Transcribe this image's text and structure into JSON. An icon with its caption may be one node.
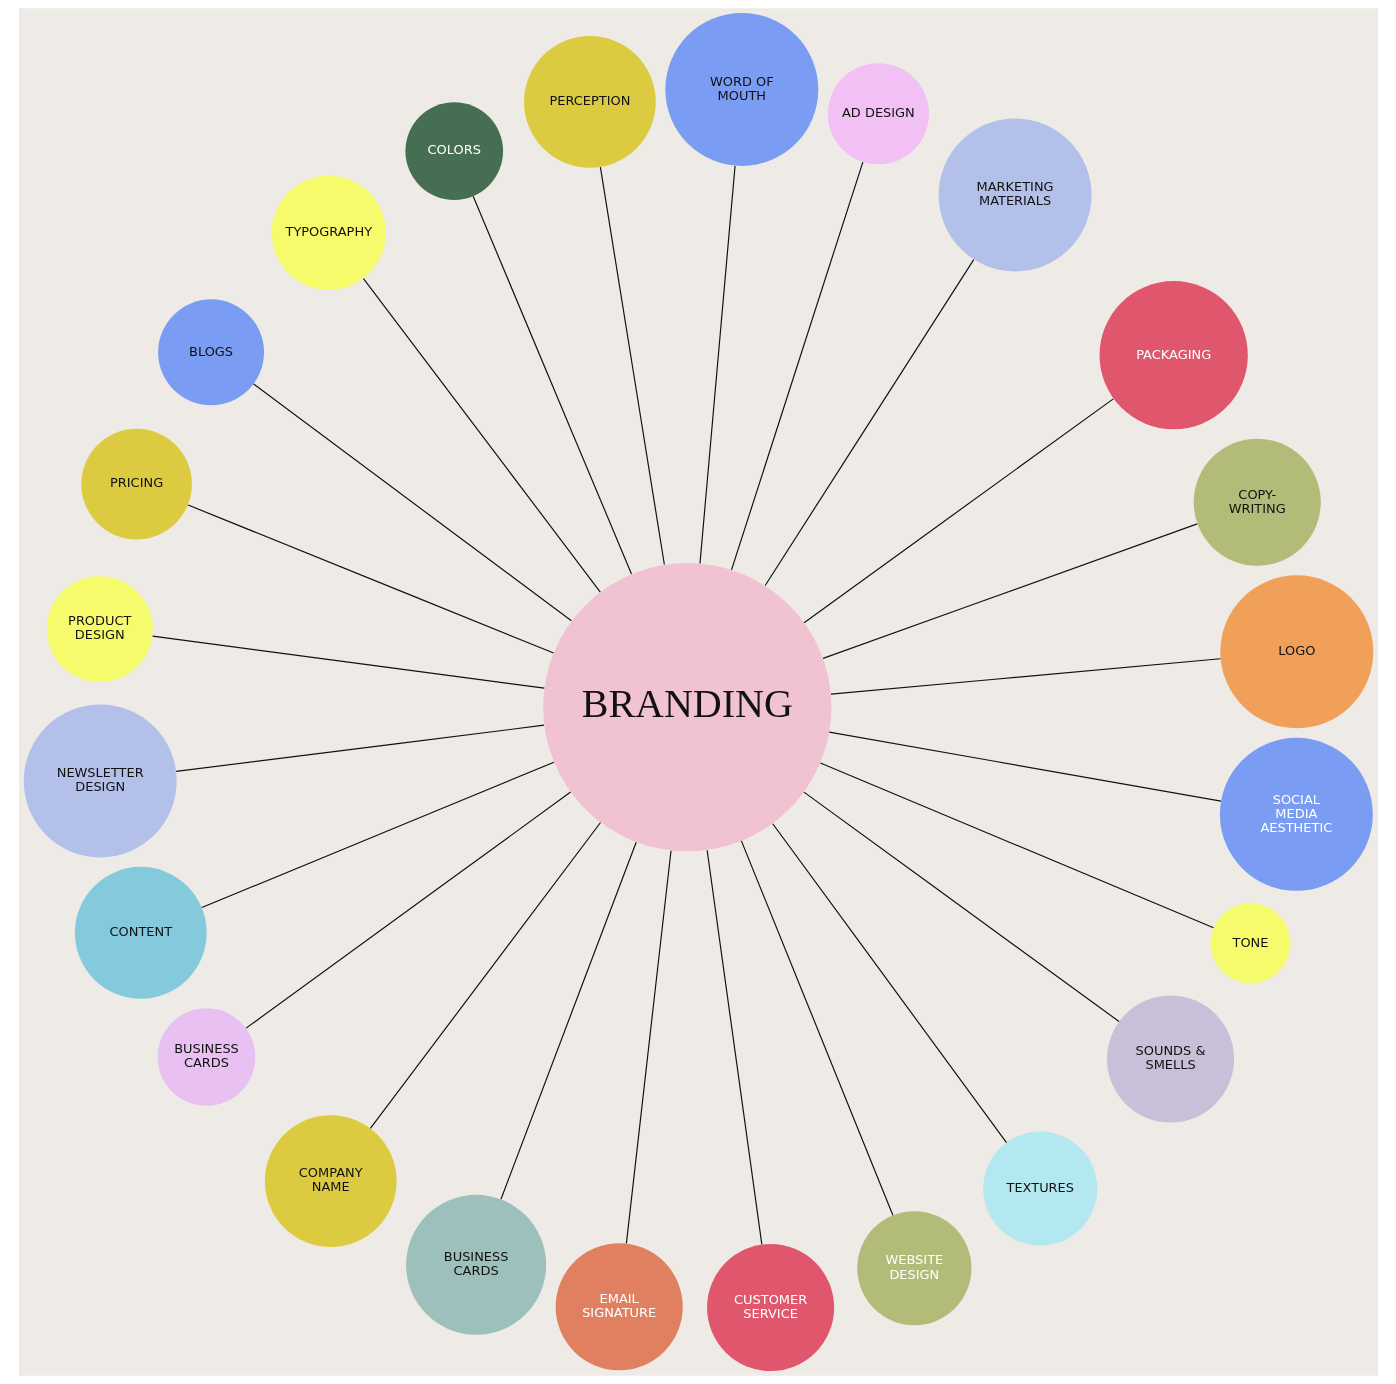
{
  "diagram": {
    "nodes": [
      {
        "text": [
          "BRANDING"
        ]
      },
      {
        "text": [
          "LOGO"
        ]
      },
      {
        "text": [
          "COPY- WRITING"
        ]
      },
      {
        "text": [
          "PACKAGING"
        ]
      },
      {
        "text": [
          "MARKETING MATERIALS"
        ]
      },
      {
        "text": [
          "AD DESIGN"
        ]
      },
      {
        "text": [
          "WORD OF MOUTH"
        ]
      },
      {
        "text": [
          "PERCEPTION"
        ]
      },
      {
        "text": [
          "COLORS"
        ]
      },
      {
        "text": [
          "TYPOGRAPHY"
        ]
      },
      {
        "text": [
          "BLOGS"
        ]
      },
      {
        "text": [
          "PRICING"
        ]
      },
      {
        "text": [
          "PRODUCT DESIGN"
        ]
      },
      {
        "text": [
          "NEWSLETTER DESIGN"
        ]
      },
      {
        "text": [
          "CONTENT"
        ]
      },
      {
        "text": [
          "BUSINESS CARDS"
        ]
      },
      {
        "text": [
          "COMPANY NAME"
        ]
      },
      {
        "text": [
          "BUSINESS CARDS"
        ]
      },
      {
        "text": [
          "EMAIL SIGNATURE"
        ]
      },
      {
        "text": [
          "CUSTOMER SERVICE"
        ]
      },
      {
        "text": [
          "WEBSITE DESIGN"
        ]
      },
      {
        "text": [
          "TEXTURES"
        ]
      },
      {
        "text": [
          "SOUNDS & SMELLS"
        ]
      },
      {
        "text": [
          "TONE"
        ]
      },
      {
        "text": [
          "SOCIAL MEDIA AESTHETIC"
        ]
      }
    ],
    "edges": [
      {
        "from": 0,
        "to": 1,
        "arrow": "none"
      },
      {
        "from": 0,
        "to": 5,
        "arrow": "none"
      },
      {
        "from": 0,
        "to": 2,
        "arrow": "none"
      },
      {
        "from": 0,
        "to": 6,
        "arrow": "none"
      },
      {
        "from": 0,
        "to": 9,
        "arrow": "none"
      },
      {
        "from": 0,
        "to": 11,
        "arrow": "none"
      },
      {
        "from": 0,
        "to": 13,
        "arrow": "none"
      },
      {
        "from": 0,
        "to": 16,
        "arrow": "none"
      },
      {
        "from": 0,
        "to": 17,
        "arrow": "none"
      },
      {
        "from": 0,
        "to": 21,
        "arrow": "none"
      },
      {
        "from": 0,
        "to": 23,
        "arrow": "none"
      },
      {
        "from": 0,
        "to": 20,
        "arrow": "none"
      },
      {
        "from": 0,
        "to": 24,
        "arrow": "none"
      },
      {
        "from": 0,
        "to": 22,
        "arrow": "none"
      },
      {
        "from": 0,
        "to": 18,
        "arrow": "none"
      },
      {
        "from": 0,
        "to": 19,
        "arrow": "none"
      },
      {
        "from": 0,
        "to": 15,
        "arrow": "none"
      },
      {
        "from": 0,
        "to": 14,
        "arrow": "none"
      },
      {
        "from": 0,
        "to": 12,
        "arrow": "none"
      },
      {
        "from": 0,
        "to": 10,
        "arrow": "none"
      },
      {
        "from": 0,
        "to": 7,
        "arrow": "none"
      },
      {
        "from": 0,
        "to": 3,
        "arrow": "none"
      },
      {
        "from": 0,
        "to": 4,
        "arrow": "none"
      },
      {
        "from": 0,
        "to": 8,
        "arrow": "none"
      }
    ]
  }
}
